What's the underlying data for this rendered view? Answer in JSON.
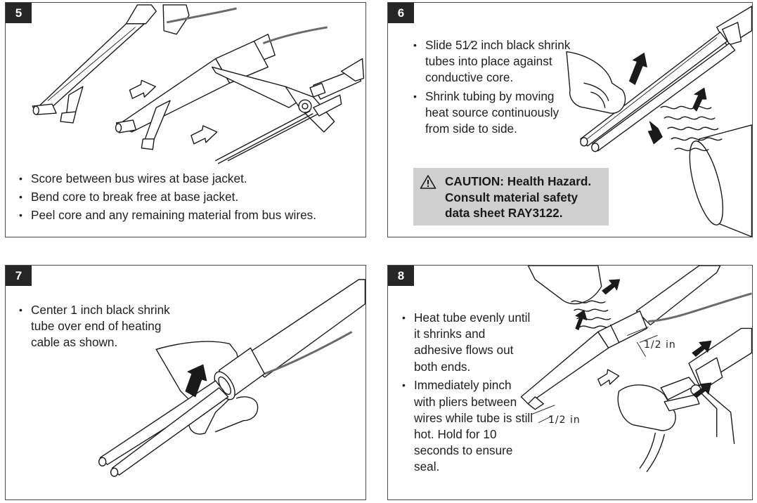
{
  "steps": [
    {
      "number": "5",
      "bullets": [
        "Score between bus wires at base jacket.",
        "Bend core to break free at base jacket.",
        "Peel core and any remaining material from bus wires."
      ]
    },
    {
      "number": "6",
      "bullets": [
        "Slide 51⁄2 inch black shrink tubes into place against conductive core.",
        "Shrink tubing by moving heat source continuously from side to side."
      ],
      "caution": {
        "icon": "warning-icon",
        "text": "CAUTION: Health Hazard. Consult material safety data sheet RAY3122."
      }
    },
    {
      "number": "7",
      "bullets": [
        "Center 1 inch black shrink tube over end of heating cable as shown."
      ]
    },
    {
      "number": "8",
      "bullets": [
        "Heat tube evenly until it shrinks and adhesive flows out both ends.",
        "Immediately pinch with pliers between wires while tube is still hot. Hold for 10 seconds to ensure seal."
      ],
      "dimensions": [
        "1/2 in",
        "1/2 in"
      ]
    }
  ]
}
